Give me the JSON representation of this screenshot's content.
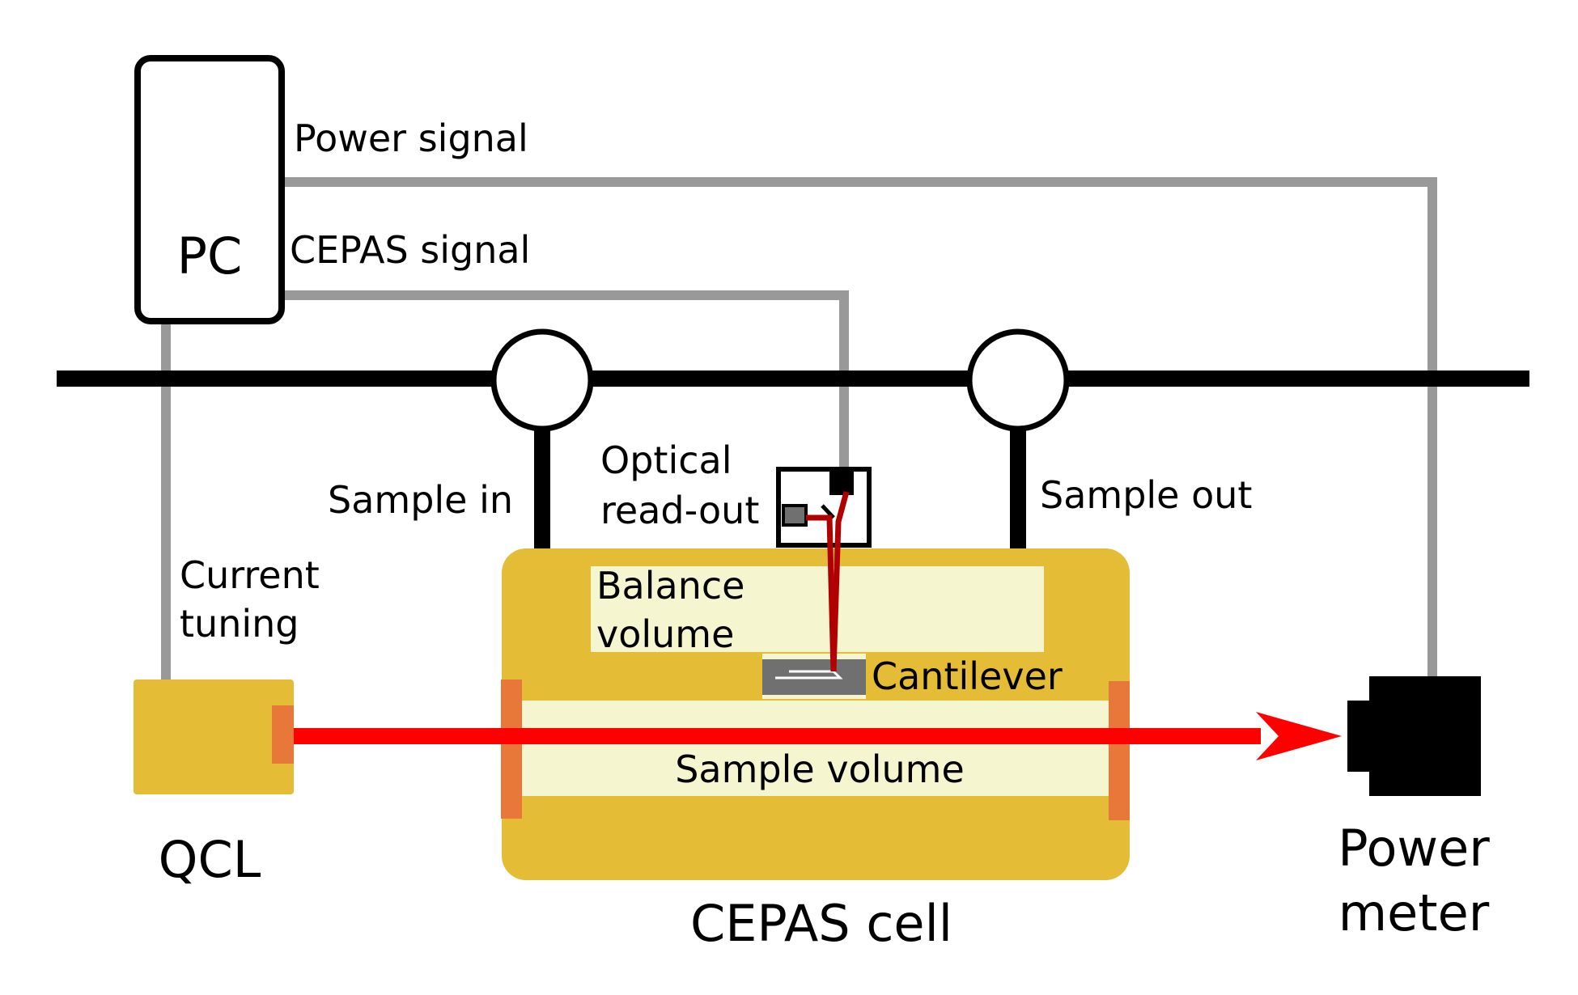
{
  "labels": {
    "pc": "PC",
    "power_signal": "Power signal",
    "cepas_signal": "CEPAS signal",
    "sample_in": "Sample in",
    "sample_out": "Sample out",
    "optical_readout_line1": "Optical",
    "optical_readout_line2": "read-out",
    "current_tuning_line1": "Current",
    "current_tuning_line2": "tuning",
    "balance_volume_line1": "Balance",
    "balance_volume_line2": "volume",
    "cantilever": "Cantilever",
    "sample_volume": "Sample volume",
    "qcl": "QCL",
    "cepas_cell": "CEPAS cell",
    "power_meter_line1": "Power",
    "power_meter_line2": "meter"
  },
  "colors": {
    "signal_wire": "#999999",
    "gas_line": "#000000",
    "cell_body": "#e5bc35",
    "inner_volume": "#f5f5cf",
    "window": "#e8783a",
    "laser_beam": "#ff0000",
    "readout_beam": "#b00000",
    "cantilever": "#707070",
    "qcl_body": "#e5bc35",
    "power_meter": "#000000"
  }
}
